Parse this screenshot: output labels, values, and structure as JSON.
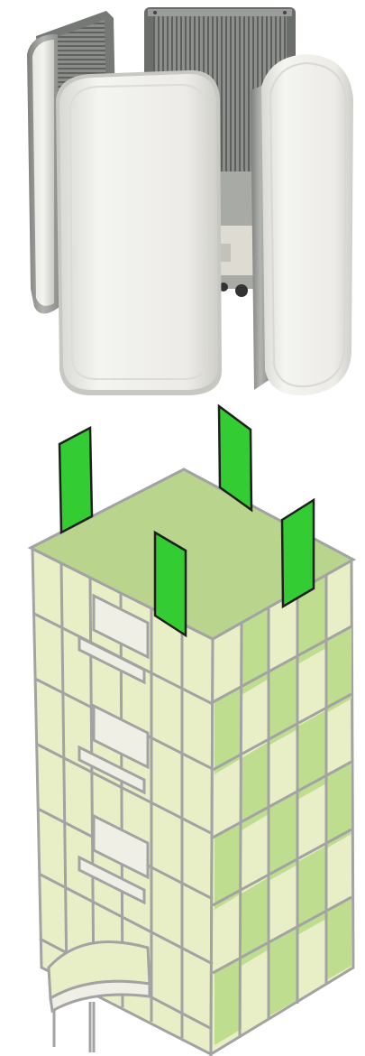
{
  "figure": {
    "top_illustration": "antenna-unit",
    "bottom_illustration": "building-with-rooftop-antennas",
    "rooftop_antenna_count": 4
  },
  "colors": {
    "antenna_green": "#33cc33",
    "roof_green": "#b8d48d",
    "facade_light": "#e8efc6",
    "facade_green": "#bedd8f",
    "building_outline": "#a3a3a3",
    "radome_white": "#f1f0ec",
    "metal_grey": "#9a9c99"
  }
}
